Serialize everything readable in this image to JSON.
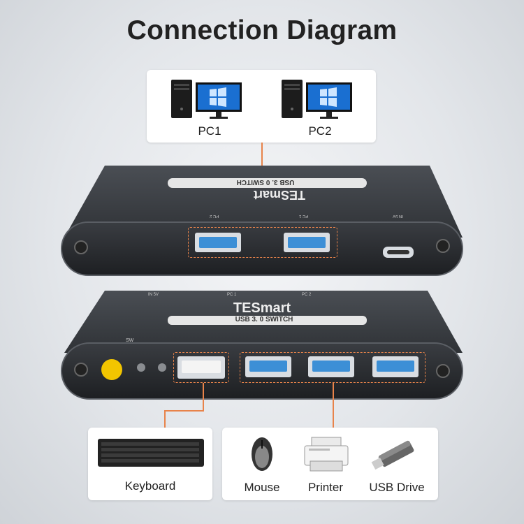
{
  "title": "Connection Diagram",
  "pcs": [
    {
      "label": "PC1"
    },
    {
      "label": "PC2"
    }
  ],
  "switch": {
    "brand": "TESmart",
    "model": "USB 3. 0 SWITCH",
    "top_port_labels": [
      "PC 2",
      "PC 1",
      "IN 5V"
    ],
    "bottom_port_labels": [
      "IN 5V",
      "PC 1",
      "PC 2"
    ],
    "bottom_markings": [
      "SW"
    ]
  },
  "peripherals": [
    {
      "label": "Keyboard"
    },
    {
      "label": "Mouse"
    },
    {
      "label": "Printer"
    },
    {
      "label": "USB Drive"
    }
  ],
  "colors": {
    "accent": "#e8834a",
    "device_body": "#3a3d42",
    "usb3_blue": "#3c8fd6",
    "button_yellow": "#f2c500"
  }
}
